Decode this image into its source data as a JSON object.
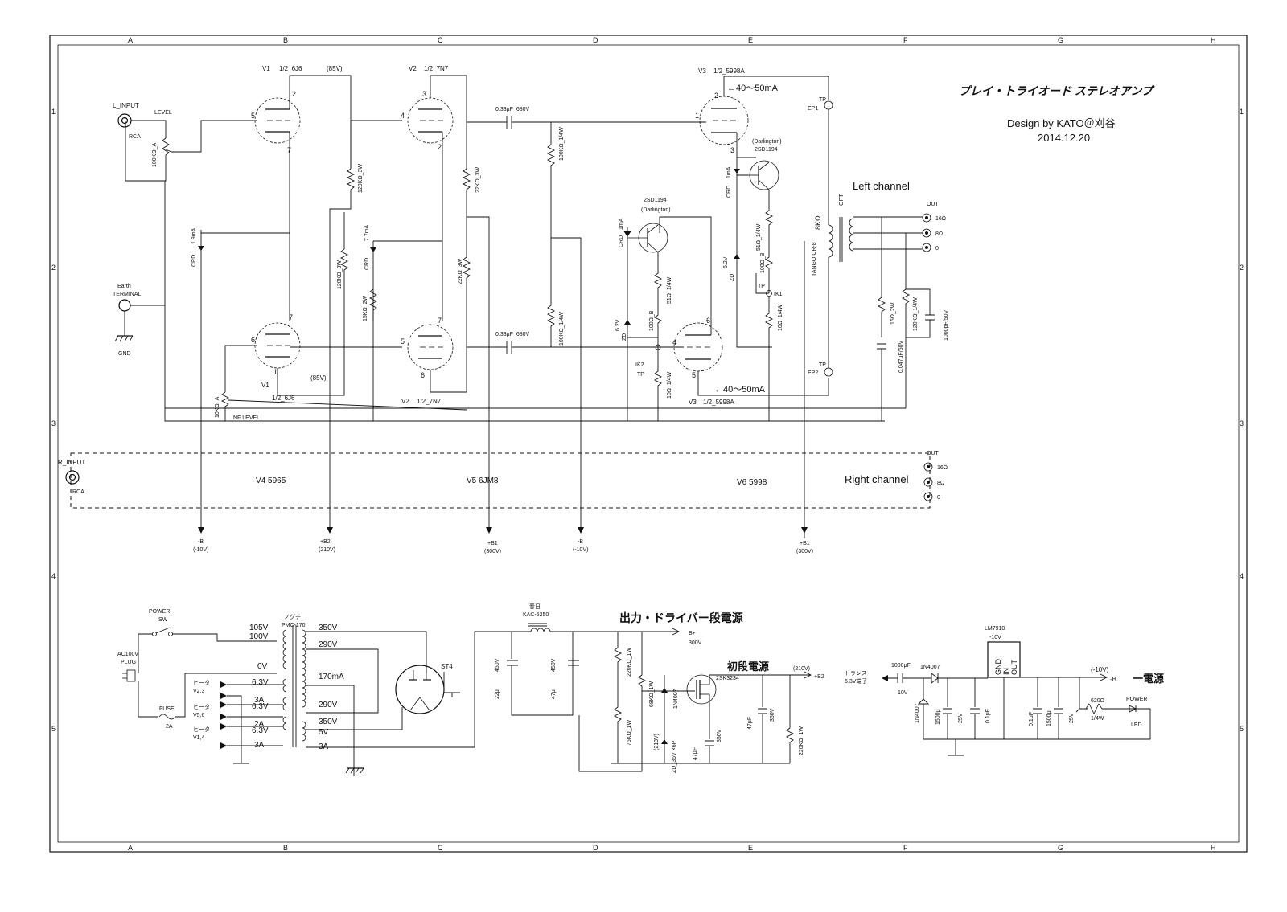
{
  "title": "プレイ・トライオード ステレオアンプ",
  "design": "Design  by  KATO＠刈谷",
  "date": "2014.12.20",
  "border": {
    "cols": [
      "A",
      "B",
      "C",
      "D",
      "E",
      "F",
      "G",
      "H"
    ],
    "rows": [
      "1",
      "2",
      "3",
      "4",
      "5"
    ]
  },
  "channels": {
    "left": "Left channel",
    "right": "Right channel"
  },
  "right_channel_tubes": [
    "V4   5965",
    "V5   6JM8",
    "V6   5998"
  ],
  "input": {
    "l_label": "L_INPUT",
    "r_label": "R_INPUT",
    "rca": "RCA",
    "level": "LEVEL",
    "level_pot": "100KΩ_A",
    "earth_1": "Earth",
    "earth_2": "TERMINAL",
    "gnd": "GND",
    "nf_pot": "10KΩ_A",
    "nf_level": "NF LEVEL"
  },
  "tubes": {
    "v1_top_id": "V1",
    "v1_top_part": "1/2_6J6",
    "v1_top_volt": "(85V)",
    "v1_bot_id": "V1",
    "v1_bot_part": "1/2_6J6",
    "v1_bot_volt": "(85V)",
    "v2_top_id": "V2",
    "v2_top_part": "1/2_7N7",
    "v2_bot_id": "V2",
    "v2_bot_part": "1/2_7N7",
    "v3_top_id": "V3",
    "v3_top_part": "1/2_5998A",
    "v3_bot_id": "V3",
    "v3_bot_part": "1/2_5998A",
    "current_top": "←40～50mA",
    "current_bot": "←40～50mA",
    "pins": [
      "2",
      "5",
      "7",
      "7",
      "6",
      "1",
      "3",
      "4",
      "2",
      "7",
      "5",
      "6",
      "2",
      "1",
      "3",
      "6",
      "4",
      "5"
    ]
  },
  "components": {
    "crd1_current": "1.9mA",
    "crd1": "CRD",
    "crd2_current": "7.7mA",
    "crd2": "CRD",
    "r_120k_3w_a": "120KΩ_3W",
    "r_120k_3w_b": "120KΩ_3W",
    "r_15k_2w": "15KΩ_2W",
    "r_22k_3w_a": "22KΩ_3W",
    "r_22k_3w_b": "22KΩ_3W",
    "cap_top": "0.33μF_630V",
    "cap_bot": "0.33μF_630V",
    "r_100k_a": "100KΩ_1/4W",
    "r_100k_b": "100KΩ_1/4W",
    "tr_top_darl": "(Darlington)",
    "tr_top": "2SD1194",
    "tr_bot_darl": "(Darlington)",
    "tr_bot": "2SD1194",
    "crd_top_current": "1mA",
    "crd_top": "CRD",
    "crd_bot_current": "1mA",
    "crd_bot": "CRD",
    "zd_top": "6.2V",
    "zd_top_lbl": "ZD",
    "zd_bot": "6.2V",
    "zd_bot_lbl": "ZD",
    "r_51_top": "51Ω_1/4W",
    "r_51_bot": "51Ω_1/4W",
    "pot_100_top": "100Ω_B",
    "pot_100_bot": "100Ω_B",
    "r_10_top": "10Ω_1/4W",
    "r_10_bot": "10Ω_1/4W",
    "tp_ik1": "IK1",
    "tp_top": "TP",
    "tp_ik2": "IK2",
    "tp_bot": "TP",
    "tp_ep1": "TP",
    "ep1": "EP1",
    "tp_ep2": "TP",
    "ep2": "EP2"
  },
  "output": {
    "opt": "OPT",
    "imp": "8KΩ",
    "opt_part": "TANGO CR-8",
    "out": "OUT",
    "out_16": "16Ω",
    "out_8": "8Ω",
    "out_0": "0",
    "r_out_out": "OUT",
    "r_out_16": "16Ω",
    "r_out_8": "8Ω",
    "r_out_0": "0",
    "r_15": "15Ω_2W",
    "c_047": "0.047μF/50V",
    "r_120k": "120KΩ_1/4W",
    "c_1000p": "1000pF/50V"
  },
  "rails": [
    {
      "name": "-B",
      "volt": "(-10V)"
    },
    {
      "name": "+B2",
      "volt": "(210V)"
    },
    {
      "name": "+B1",
      "volt": "(300V)"
    },
    {
      "name": "-B",
      "volt": "(-10V)"
    },
    {
      "name": "+B1",
      "volt": "(300V)"
    }
  ],
  "power": {
    "power_sw_1": "POWER",
    "power_sw_2": "SW",
    "plug_1": "AC100V",
    "plug_2": "PLUG",
    "fuse_1": "FUSE",
    "fuse_2": "2A",
    "trans_maker": "ノグチ",
    "trans_part": "PMC-170",
    "prim_105": "105V",
    "prim_100": "100V",
    "prim_0": "0V",
    "h1_v": "6.3V",
    "h1_a": "3A",
    "h2_v": "6.3V",
    "h2_a": "2A",
    "h3_v": "6.3V",
    "h3_a": "3A",
    "heater_1": "ヒータ",
    "heater_1v": "V2,3",
    "heater_2": "ヒータ",
    "heater_2v": "V5,6",
    "heater_3": "ヒータ",
    "heater_3v": "V1,4",
    "sec_350a": "350V",
    "sec_290a": "290V",
    "sec_170ma": "170mA",
    "sec_290b": "290V",
    "sec_350b": "350V",
    "sec_5v": "5V",
    "sec_3a": "3A",
    "rect": "ST4",
    "choke_maker": "春日",
    "choke_part": "KAC-5250",
    "cap_22_v": "450V",
    "cap_22": "22μ",
    "cap_47_v": "450V",
    "cap_47": "47μ",
    "out_supply": "出力・ドライバー段電源",
    "bplus": "B+",
    "bplus_v": "300V",
    "r_220k_a": "220KΩ_1W",
    "r_68k": "68KΩ_1W",
    "diode_1n4007": "1N4007",
    "mosfet": "2SK3234",
    "first_supply": "初段電源",
    "b2_v": "(210V)",
    "b2": "+B2",
    "r_75k": "75KΩ_1W",
    "v_213": "(213V)",
    "zd_chain": "ZD_35V ×6P",
    "cap_47u_a": "47μF",
    "cap_47u_a_v": "350V",
    "cap_47u_b": "47μF",
    "cap_47u_b_v": "350V",
    "r_220k_b": "220KΩ_1W"
  },
  "neg_supply": {
    "reg": "LM7910",
    "reg_v": "-10V",
    "reg_pins": [
      "GND",
      "IN",
      "OUT"
    ],
    "trans_1": "トランス",
    "trans_2": "6.3V端子",
    "c_1000": "1000μF",
    "c_1000_v": "10V",
    "d1": "1N4007",
    "d2": "1N4007",
    "c_1500a": "1500μ",
    "c_1500a_v": "25V",
    "c_01a": "0.1μF",
    "c_01b": "0.1μF",
    "c_1500b": "1500μ",
    "c_1500b_v": "25V",
    "out_v": "(-10V)",
    "out": "-B",
    "label": "一電源",
    "r_620": "620Ω",
    "r_620_w": "1/4W",
    "power": "POWER",
    "led": "LED"
  }
}
